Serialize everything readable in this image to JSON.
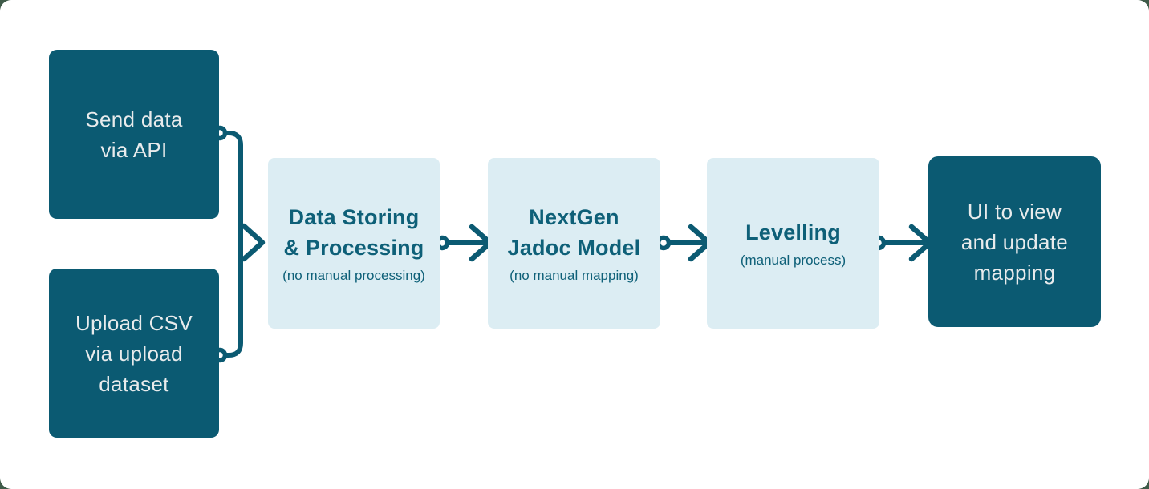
{
  "colors": {
    "dark_teal": "#0B5A72",
    "light_blue": "#DCEDF3",
    "box_text_light": "#E8EBEC",
    "accent_text": "#0E6078",
    "canvas": "#FFFFFF",
    "corner_backdrop": "#3F5B49"
  },
  "flow": {
    "sources": [
      {
        "id": "send-data-via-api",
        "lines": [
          "Send data",
          "via API"
        ]
      },
      {
        "id": "upload-csv-via-upload-dataset",
        "lines": [
          "Upload CSV",
          "via upload",
          "dataset"
        ]
      }
    ],
    "stages": [
      {
        "id": "data-storing-processing",
        "title_lines": [
          "Data Storing",
          "& Processing"
        ],
        "subtitle": "(no manual processing)"
      },
      {
        "id": "nextgen-jadoc-model",
        "title_lines": [
          "NextGen",
          "Jadoc Model"
        ],
        "subtitle": "(no manual mapping)"
      },
      {
        "id": "levelling",
        "title_lines": [
          "Levelling"
        ],
        "subtitle": "(manual process)"
      }
    ],
    "sink": {
      "id": "ui-to-view-and-update-mapping",
      "lines": [
        "UI to view",
        "and update",
        "mapping"
      ]
    }
  }
}
